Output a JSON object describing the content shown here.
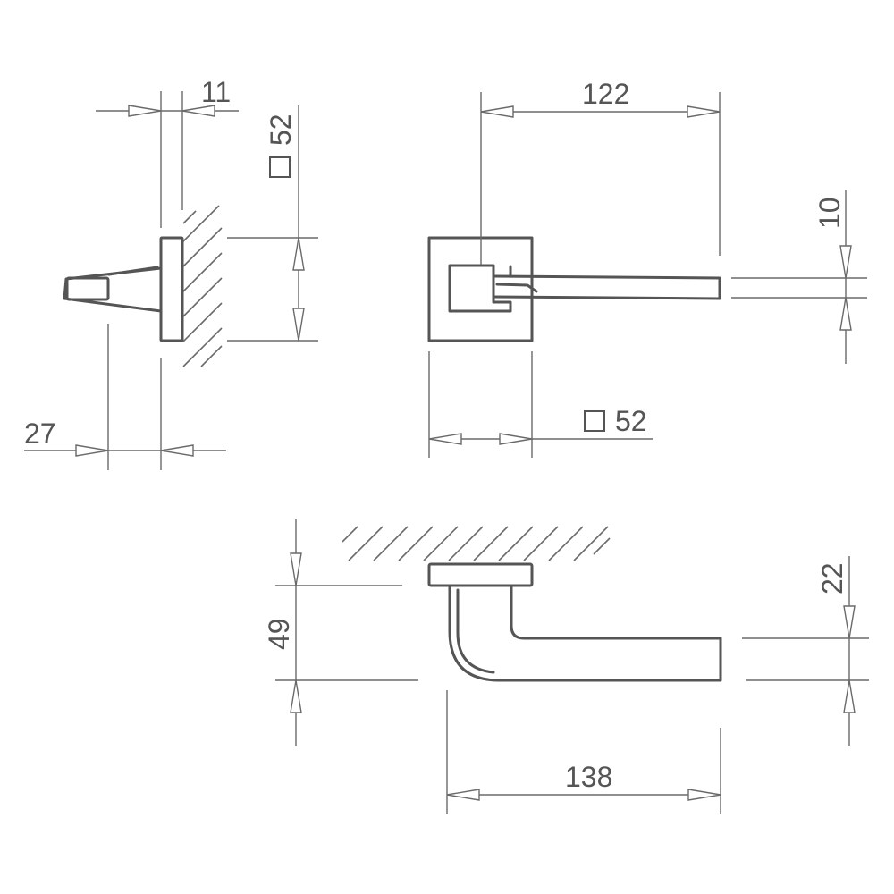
{
  "dimensions": {
    "side_plate_thickness": "11",
    "side_square": "52",
    "side_projection": "27",
    "front_length": "122",
    "front_lever_width": "10",
    "front_square": "52",
    "top_height": "49",
    "top_lever_width": "22",
    "top_length": "138"
  },
  "colors": {
    "line": "#555555",
    "dim_line": "#6a6a6a",
    "background": "#ffffff"
  }
}
